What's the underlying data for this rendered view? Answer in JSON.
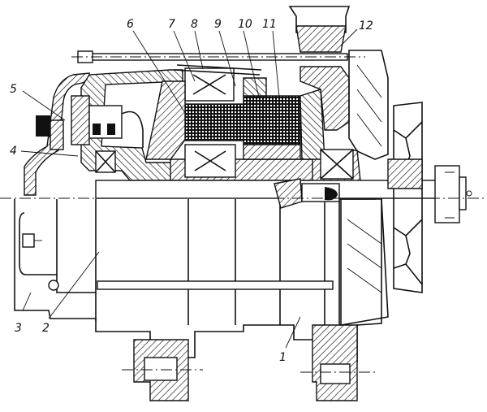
{
  "figure": {
    "callouts": [
      {
        "id": "1",
        "label": "1"
      },
      {
        "id": "2",
        "label": "2"
      },
      {
        "id": "3",
        "label": "3"
      },
      {
        "id": "4",
        "label": "4"
      },
      {
        "id": "5",
        "label": "5"
      },
      {
        "id": "6",
        "label": "6"
      },
      {
        "id": "7",
        "label": "7"
      },
      {
        "id": "8",
        "label": "8"
      },
      {
        "id": "9",
        "label": "9"
      },
      {
        "id": "10",
        "label": "10"
      },
      {
        "id": "11",
        "label": "11"
      },
      {
        "id": "12",
        "label": "12"
      }
    ],
    "colors": {
      "ink": "#111111",
      "paper": "#ffffff"
    }
  }
}
